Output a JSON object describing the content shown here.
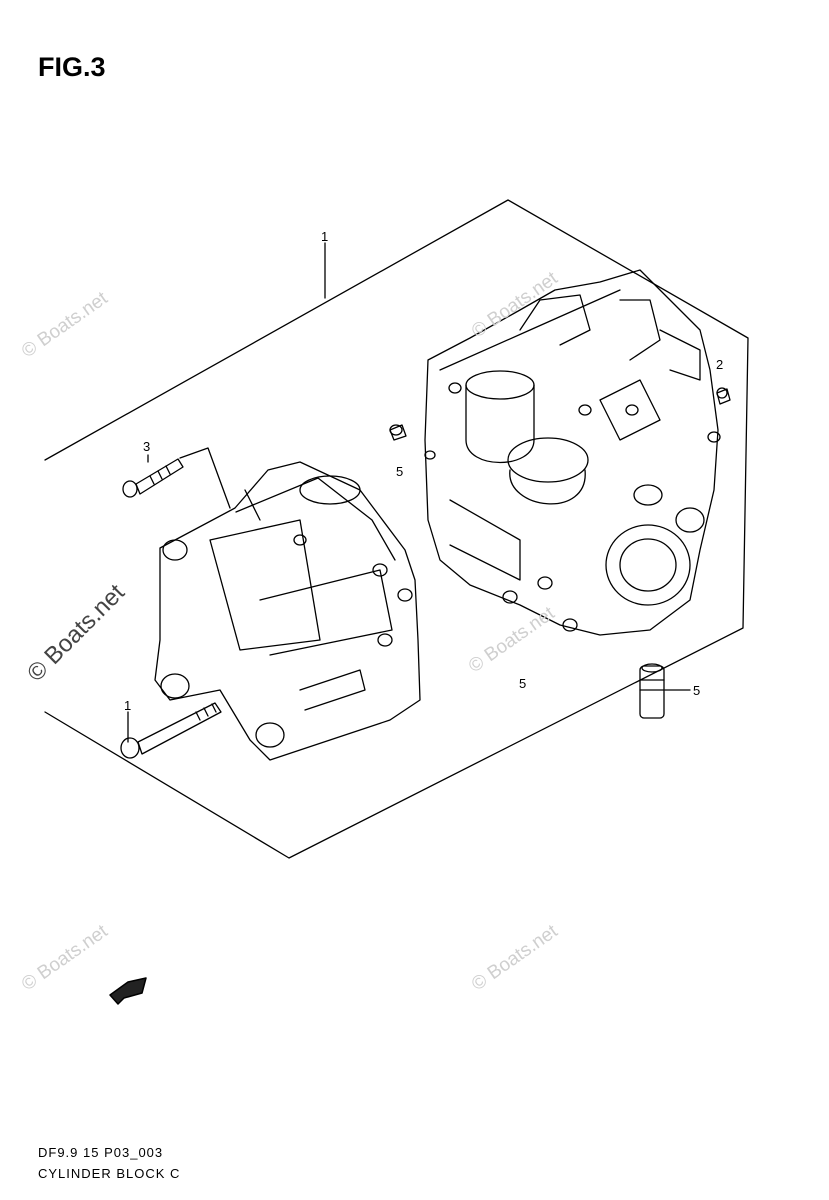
{
  "figure": {
    "title": "FIG.3"
  },
  "callouts": [
    {
      "id": "c1-top",
      "text": "1"
    },
    {
      "id": "c2",
      "text": "2"
    },
    {
      "id": "c3",
      "text": "3"
    },
    {
      "id": "c5-mid",
      "text": "5"
    },
    {
      "id": "c1-bottom",
      "text": "1"
    },
    {
      "id": "c5-bottom",
      "text": "5"
    },
    {
      "id": "c5-right",
      "text": "5"
    }
  ],
  "footer": {
    "code": "DF9.9 15 P03_003",
    "caption": "CYLINDER BLOCK C"
  },
  "watermark": {
    "text": "© Boats.net"
  },
  "icons": {
    "fwd_arrow": "fwd-arrow-icon"
  }
}
